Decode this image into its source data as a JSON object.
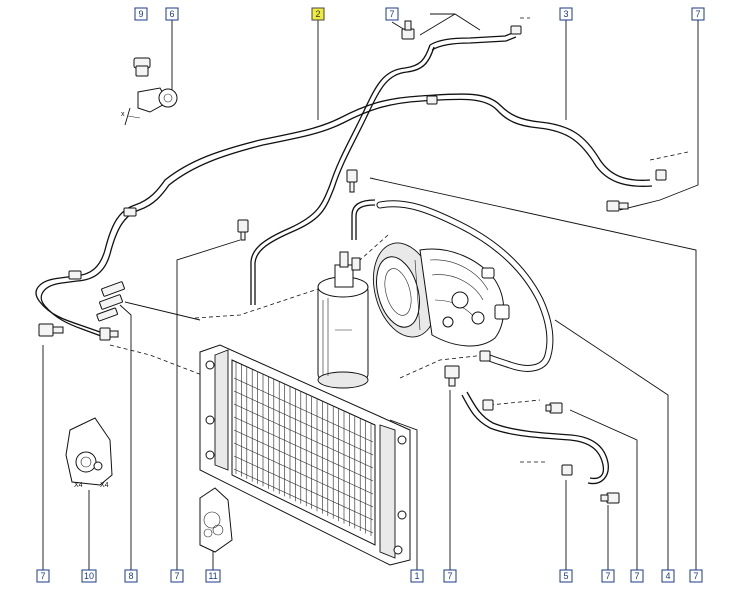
{
  "callouts": [
    {
      "id": "c-top-9",
      "label": "9",
      "active": false
    },
    {
      "id": "c-top-6",
      "label": "6",
      "active": false
    },
    {
      "id": "c-top-2",
      "label": "2",
      "active": true
    },
    {
      "id": "c-top-7a",
      "label": "7",
      "active": false
    },
    {
      "id": "c-top-3",
      "label": "3",
      "active": false
    },
    {
      "id": "c-top-7b",
      "label": "7",
      "active": false
    },
    {
      "id": "c-bot-7a",
      "label": "7",
      "active": false
    },
    {
      "id": "c-bot-10",
      "label": "10",
      "active": false
    },
    {
      "id": "c-bot-8",
      "label": "8",
      "active": false
    },
    {
      "id": "c-bot-7b",
      "label": "7",
      "active": false
    },
    {
      "id": "c-bot-11",
      "label": "11",
      "active": false
    },
    {
      "id": "c-bot-1",
      "label": "1",
      "active": false
    },
    {
      "id": "c-bot-7c",
      "label": "7",
      "active": false
    },
    {
      "id": "c-bot-5",
      "label": "5",
      "active": false
    },
    {
      "id": "c-bot-7d",
      "label": "7",
      "active": false
    },
    {
      "id": "c-bot-7e",
      "label": "7",
      "active": false
    },
    {
      "id": "c-bot-4",
      "label": "4",
      "active": false
    },
    {
      "id": "c-bot-7f",
      "label": "7",
      "active": false
    }
  ],
  "annotations": {
    "x_mark": "x",
    "seal_qty_a": "X4",
    "seal_qty_b": "X4"
  },
  "colors": {
    "callout_border": "#1a3a8a",
    "callout_active_fill": "#f0ec3c",
    "line": "#111111"
  }
}
